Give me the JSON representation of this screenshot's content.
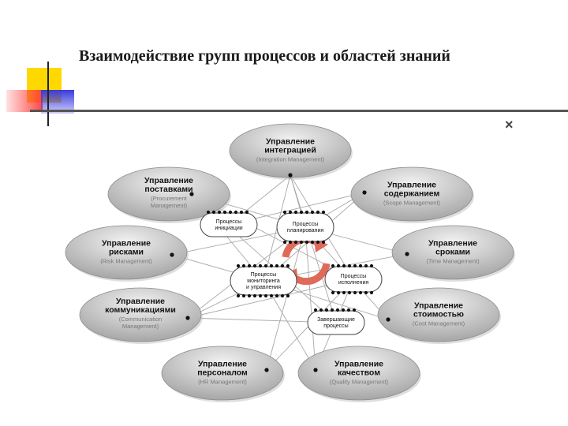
{
  "slide": {
    "title": "Взаимодействие групп процессов и областей знаний",
    "close_glyph": "×"
  },
  "knowledge_areas": [
    {
      "id": "integration",
      "title": [
        "Управление",
        "интеграцией"
      ],
      "subtitle": [
        "(Integration Management)"
      ]
    },
    {
      "id": "procurement",
      "title": [
        "Управление",
        "поставками"
      ],
      "subtitle": [
        "(Procurement",
        "Management)"
      ]
    },
    {
      "id": "scope",
      "title": [
        "Управление",
        "содержанием"
      ],
      "subtitle": [
        "(Scope Management)"
      ]
    },
    {
      "id": "risk",
      "title": [
        "Управление",
        "рисками"
      ],
      "subtitle": [
        "(Risk Management)"
      ]
    },
    {
      "id": "time",
      "title": [
        "Управление",
        "сроками"
      ],
      "subtitle": [
        "(Time Management)"
      ]
    },
    {
      "id": "communications",
      "title": [
        "Управление",
        "коммуникациями"
      ],
      "subtitle": [
        "(Communication",
        "Management)"
      ]
    },
    {
      "id": "cost",
      "title": [
        "Управление",
        "стоимостью"
      ],
      "subtitle": [
        "(Cost Management)"
      ]
    },
    {
      "id": "hr",
      "title": [
        "Управление",
        "персоналом"
      ],
      "subtitle": [
        "(HR Management)"
      ]
    },
    {
      "id": "quality",
      "title": [
        "Управление",
        "качеством"
      ],
      "subtitle": [
        "(Quality Management)"
      ]
    }
  ],
  "process_groups": [
    {
      "id": "initiating",
      "label": [
        "Процессы",
        "инициации"
      ]
    },
    {
      "id": "planning",
      "label": [
        "Процессы",
        "планирования"
      ]
    },
    {
      "id": "monitoring",
      "label": [
        "Процессы",
        "мониторинга",
        "и управления"
      ]
    },
    {
      "id": "executing",
      "label": [
        "Процессы",
        "исполнения"
      ]
    },
    {
      "id": "closing",
      "label": [
        "Завершающие",
        "процессы"
      ]
    }
  ],
  "colors": {
    "ellipse_fill_light": "#ececec",
    "ellipse_fill_dark": "#a9a9a9",
    "connector": "#9a9a9a",
    "cycle_arrows": "#e06a5a",
    "deco_yellow": "#ffd800",
    "deco_red": "#ff4040",
    "deco_blue": "#3a3adf"
  }
}
